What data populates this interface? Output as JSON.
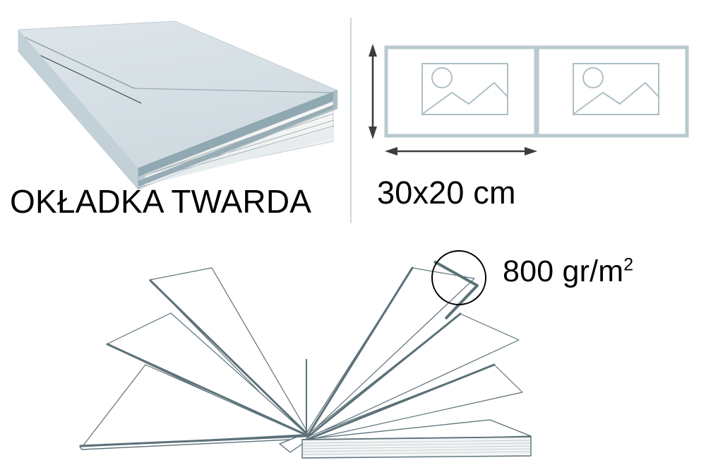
{
  "figure": {
    "title": "Hardcover photo book specification infographic",
    "background_color": "#ffffff"
  },
  "panels": {
    "hardcover": {
      "illustration_name": "hardcover-corner-3d",
      "caption": "OKŁADKA TWARDA",
      "colors": {
        "cover_top": "#d8e1e6",
        "cover_side": "#c7d4da",
        "cover_edge": "#8aa3ae",
        "page_block": "#f2f4f4",
        "page_line": "#9aa9ae",
        "outline": "#5c7179"
      }
    },
    "spread": {
      "illustration_name": "open-book-spread",
      "caption": "30x20 cm",
      "pages": [
        {
          "name": "left-page",
          "photo_placeholder": "image-placeholder-icon"
        },
        {
          "name": "right-page",
          "photo_placeholder": "image-placeholder-icon"
        }
      ],
      "dimension_arrows": [
        {
          "name": "height-arrow",
          "orientation": "vertical"
        },
        {
          "name": "width-arrow",
          "orientation": "horizontal"
        }
      ],
      "colors": {
        "frame": "#b9c9ce",
        "placeholder": "#aebfc6",
        "arrow": "#3d3d3d"
      }
    },
    "paper": {
      "illustration_name": "fanned-pages-book",
      "caption": "800 gr/m",
      "caption_superscript": "2",
      "caption_full": "800 gr/m²",
      "magnifier_name": "page-thickness-magnifier-circle",
      "colors": {
        "page_outline_thin": "#4a6068",
        "page_outline_thick": "#5c7179",
        "page_fill": "#ffffff",
        "base_block": "#f3f5f5",
        "magnifier_stroke": "#000000"
      }
    }
  },
  "divider": {
    "name": "vertical-divider",
    "color": "#d5dade"
  }
}
